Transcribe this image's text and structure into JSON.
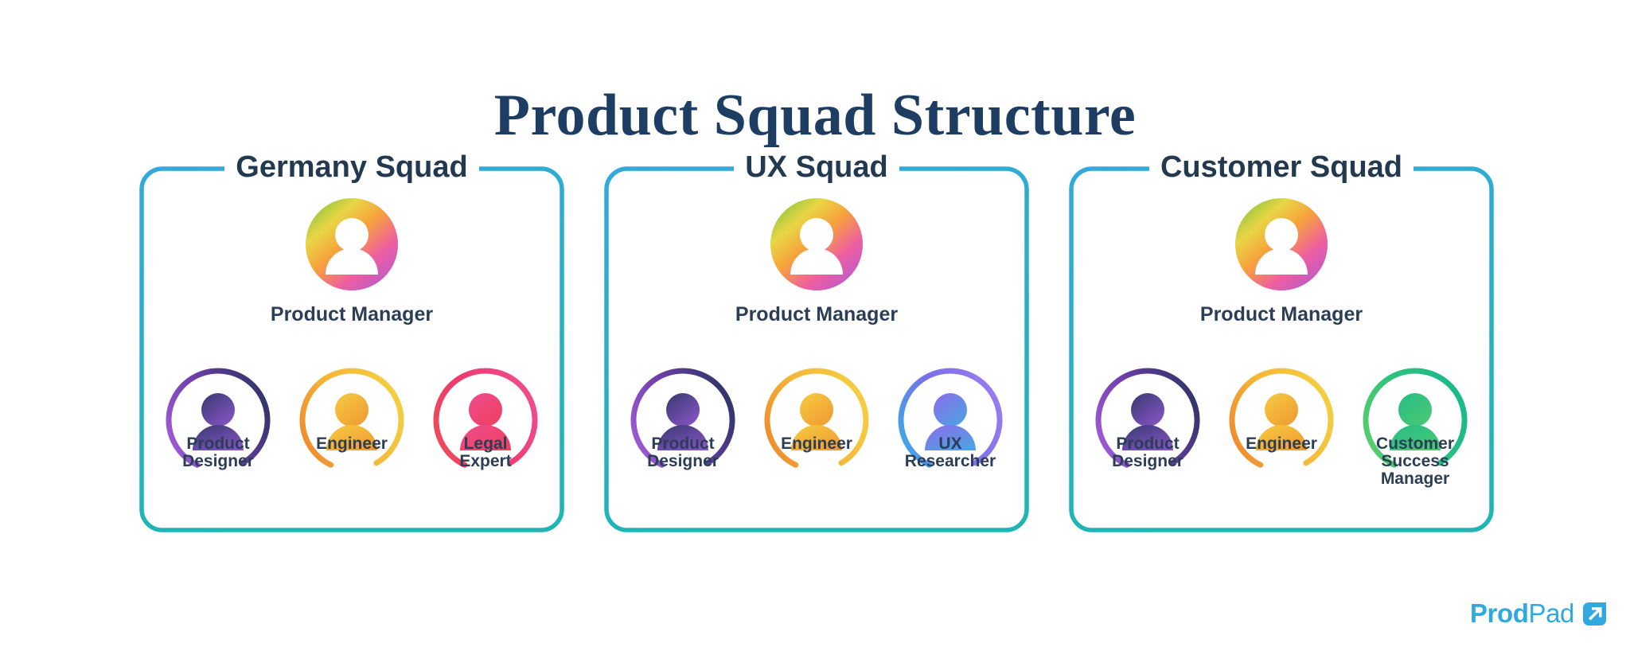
{
  "page": {
    "title": "Product Squad Structure",
    "background": "#ffffff",
    "title_color": "#1d3d63"
  },
  "squads": [
    {
      "name": "Germany Squad",
      "frame_gradient": [
        "#33A9DC",
        "#1FB5B5"
      ],
      "lead": {
        "label": "Product Manager",
        "avatar_icon": "person-avatar-icon",
        "gradient": [
          "#8CC63F",
          "#F7D046",
          "#F7941E",
          "#EC4899",
          "#A855C7"
        ]
      },
      "members": [
        {
          "label": "Product\nDesigner",
          "icon": "person-avatar-icon",
          "ring_gradient": [
            "#2C3364",
            "#6D3FA8",
            "#A05BD6"
          ],
          "accent": "#6D3FA8"
        },
        {
          "label": "Engineer",
          "icon": "person-avatar-icon",
          "ring_gradient": [
            "#F4D044",
            "#F5B638",
            "#EE8B2E"
          ],
          "accent": "#F2B43A"
        },
        {
          "label": "Legal\nExpert",
          "icon": "person-avatar-icon",
          "ring_gradient": [
            "#EF4F8E",
            "#ED3A72",
            "#EE4B58"
          ],
          "accent": "#EE4370"
        }
      ]
    },
    {
      "name": "UX Squad",
      "frame_gradient": [
        "#33A9DC",
        "#1FB5B5"
      ],
      "lead": {
        "label": "Product Manager",
        "avatar_icon": "person-avatar-icon",
        "gradient": [
          "#8CC63F",
          "#F7D046",
          "#F7941E",
          "#EC4899",
          "#A855C7"
        ]
      },
      "members": [
        {
          "label": "Product\nDesigner",
          "icon": "person-avatar-icon",
          "ring_gradient": [
            "#2C3364",
            "#6D3FA8",
            "#A05BD6"
          ],
          "accent": "#6D3FA8"
        },
        {
          "label": "Engineer",
          "icon": "person-avatar-icon",
          "ring_gradient": [
            "#F4D044",
            "#F5B638",
            "#EE8B2E"
          ],
          "accent": "#F2B43A"
        },
        {
          "label": "UX\nResearcher",
          "icon": "person-avatar-icon",
          "ring_gradient": [
            "#9B7CF0",
            "#7A6FE8",
            "#3FA9E5"
          ],
          "accent": "#6F7CEA"
        }
      ]
    },
    {
      "name": "Customer Squad",
      "frame_gradient": [
        "#33A9DC",
        "#1FB5B5"
      ],
      "lead": {
        "label": "Product Manager",
        "avatar_icon": "person-avatar-icon",
        "gradient": [
          "#8CC63F",
          "#F7D046",
          "#F7941E",
          "#EC4899",
          "#A855C7"
        ]
      },
      "members": [
        {
          "label": "Product\nDesigner",
          "icon": "person-avatar-icon",
          "ring_gradient": [
            "#2C3364",
            "#6D3FA8",
            "#A05BD6"
          ],
          "accent": "#6D3FA8"
        },
        {
          "label": "Engineer",
          "icon": "person-avatar-icon",
          "ring_gradient": [
            "#F4D044",
            "#F5B638",
            "#EE8B2E"
          ],
          "accent": "#F2B43A"
        },
        {
          "label": "Customer\nSuccess\nManager",
          "icon": "person-avatar-icon",
          "ring_gradient": [
            "#18B88A",
            "#2EC27E",
            "#5ACD6C"
          ],
          "accent": "#2BC184"
        }
      ]
    }
  ],
  "branding": {
    "word_bold": "Prod",
    "word_light": "Pad",
    "mark_icon": "prodpad-arrow-icon",
    "color": "#31A9DF"
  }
}
